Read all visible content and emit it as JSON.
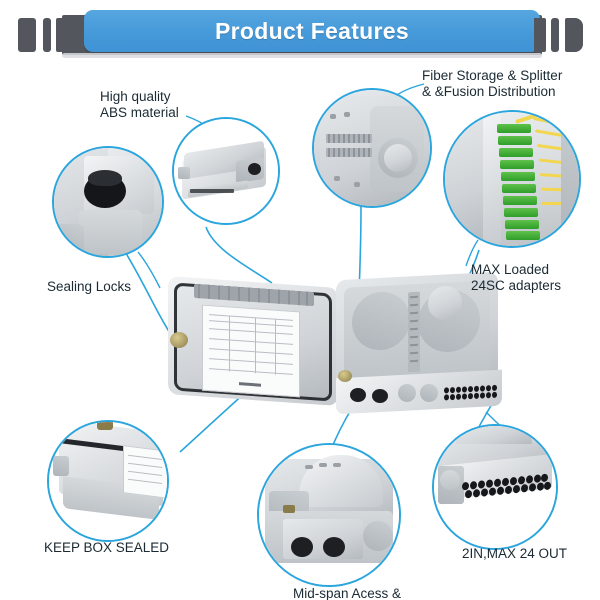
{
  "header": {
    "title": "Product Features",
    "banner_color": "#4c9fdc",
    "bracket_color": "#54565e"
  },
  "theme": {
    "ring_color": "#2aa5dd",
    "line_color": "#2aa5dd",
    "text_color": "#1b2a33",
    "background": "#ffffff"
  },
  "callouts": [
    {
      "id": "abs-material",
      "label": "High quality\nABS material",
      "icon": "closed-fiber-box-photo",
      "position": "top-left"
    },
    {
      "id": "sealing-locks",
      "label": "Sealing Locks",
      "icon": "black-sealing-lock-knob-photo",
      "position": "left"
    },
    {
      "id": "fiber-storage",
      "label": "Fiber Storage & Splitter\n& &Fusion Distribution",
      "icon": "internal-splice-tray-photo",
      "position": "top-center"
    },
    {
      "id": "sc-adapters",
      "label": "MAX Loaded\n24SC adapters",
      "icon": "green-sc-adapters-pigtails-photo",
      "position": "top-right"
    },
    {
      "id": "keep-box-sealed",
      "label": "KEEP BOX SEALED",
      "icon": "rubber-gasket-seal-photo",
      "position": "bottom-left"
    },
    {
      "id": "mid-span-access",
      "label": "Mid-span Acess &",
      "icon": "cable-entry-ports-photo",
      "position": "bottom-center"
    },
    {
      "id": "in-out-ports",
      "label": "2IN,MAX 24 OUT",
      "icon": "output-port-grommets-photo",
      "position": "bottom-right"
    }
  ],
  "main_product": {
    "name": "fiber-optic-distribution-box",
    "description": "Opened gray ABS fiber optic terminal box, cover on left with printed label sheet, base on right with splice tray and cable ports"
  }
}
